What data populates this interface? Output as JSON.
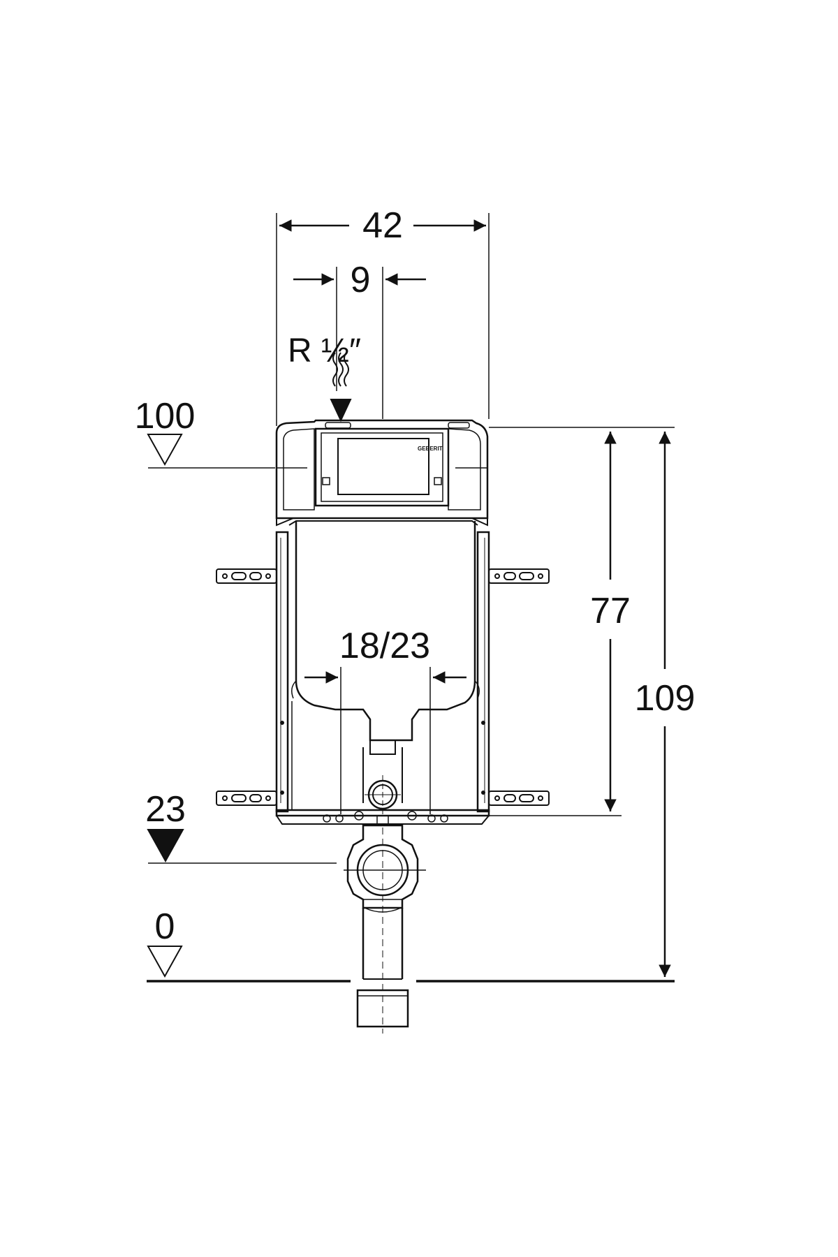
{
  "dimensions": {
    "overall_width": "42",
    "water_inlet_offset": "9",
    "inlet_thread": "R ½″",
    "drain_spacing": "18/23",
    "frame_height": "77",
    "total_height": "109"
  },
  "levels": {
    "top": "100",
    "drain_axis": "23",
    "floor": "0"
  },
  "brand_mark": "GEBERIT",
  "colors": {
    "line": "#111111",
    "background": "#ffffff"
  }
}
